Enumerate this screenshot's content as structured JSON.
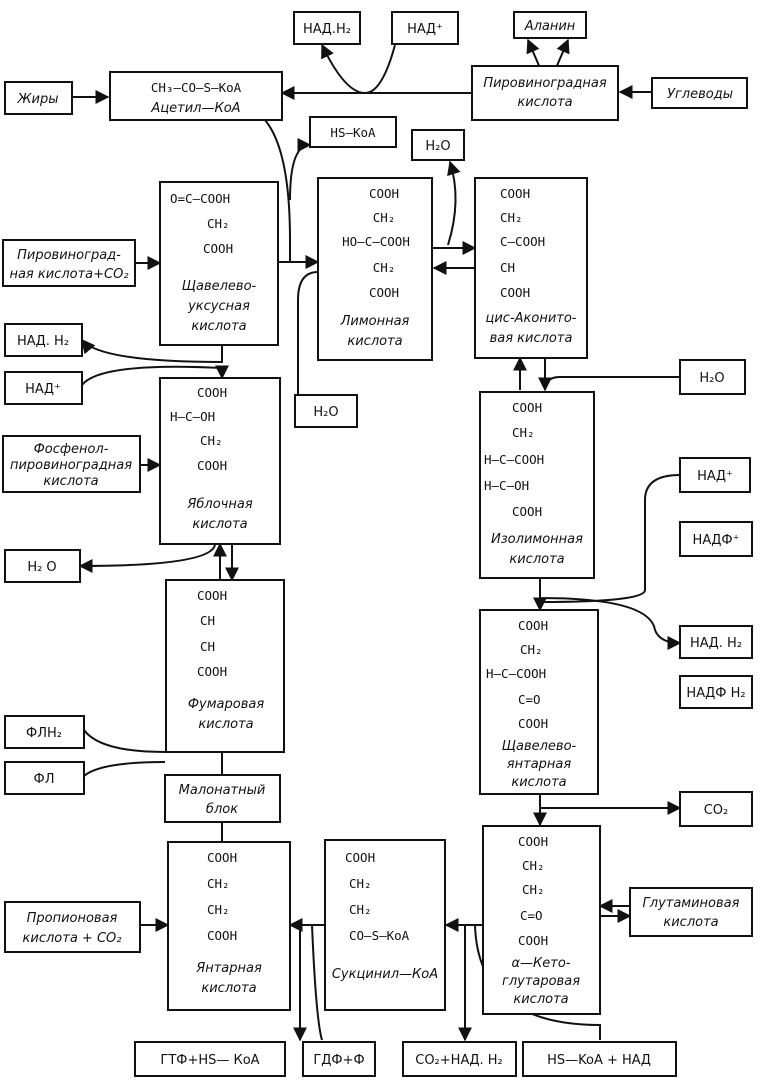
{
  "inputs": {
    "nad_h2_top": "НАД.Н₂",
    "nad_plus_top": "НАД⁺",
    "alanine": "Аланин",
    "fats": "Жиры",
    "acetyl_formula": "CH₃—CO—S—KoA",
    "acetyl_name": "Ацетил—КоА",
    "pyruvic_top": [
      "Пировиноградная",
      "кислота"
    ],
    "carbohydrates": "Углеводы",
    "hs_koa": "HS—KoA",
    "h2o_a": "H₂O",
    "pyruvic_co2": [
      "Пировиноград-",
      "ная кислота+CO₂"
    ],
    "nad_h2_left": "НАД. Н₂",
    "nad_plus_left": "НАД⁺",
    "h2o_b": "H₂O",
    "h2o_c": "H₂O",
    "phosphoenol": [
      "Фосфенол-",
      "пировиноградная",
      "кислота"
    ],
    "h2o_d": "H₂ O",
    "nad_plus_right": "НАД⁺",
    "nadp_plus": "НАДФ⁺",
    "nad_h2_right": "НАД. Н₂",
    "nadp_h2": "НАДФ Н₂",
    "flh2": "ФЛН₂",
    "fl": "ФЛ",
    "malonate_block": [
      "Малонатный",
      "блок"
    ],
    "co2": "CO₂",
    "glutamic": [
      "Глутаминовая",
      "кислота"
    ],
    "propionic": [
      "Пропионовая",
      "кислота + CO₂"
    ],
    "gtp": "ГТФ+HS— КоА",
    "gdp": "ГДФ+Ф",
    "co2_nad": "CO₂+НАД. Н₂",
    "hs_koa_nad": "HS—KoA + НАД"
  },
  "compounds": {
    "oxaloacetic": {
      "formula": [
        "O=C—COOH",
        "CH₂",
        "COOH"
      ],
      "name": [
        "Щавелево-",
        "уксусная",
        "кислота"
      ]
    },
    "citric": {
      "formula": [
        "COOH",
        "CH₂",
        "HO—C—COOH",
        "CH₂",
        "COOH"
      ],
      "name": [
        "Лимонная",
        "кислота"
      ]
    },
    "cis_aconitic": {
      "formula": [
        "COOH",
        "CH₂",
        "C—COOH",
        "CH",
        "COOH"
      ],
      "name": [
        "цис-Аконито-",
        "вая кислота"
      ]
    },
    "malic": {
      "formula": [
        "COOH",
        "H—C—OH",
        "CH₂",
        "COOH"
      ],
      "name": [
        "Яблочная",
        "кислота"
      ]
    },
    "isocitric": {
      "formula": [
        "COOH",
        "CH₂",
        "H—C—COOH",
        "H—C—OH",
        "COOH"
      ],
      "name": [
        "Изолимонная",
        "кислота"
      ]
    },
    "fumaric": {
      "formula": [
        "COOH",
        "CH",
        "CH",
        "COOH"
      ],
      "name": [
        "Фумаровая",
        "кислота"
      ]
    },
    "oxalosuccinic": {
      "formula": [
        "COOH",
        "CH₂",
        "H—C—COOH",
        "C=O",
        "COOH"
      ],
      "name": [
        "Щавелево-",
        "янтарная",
        "кислота"
      ]
    },
    "succinic": {
      "formula": [
        "COOH",
        "CH₂",
        "CH₂",
        "COOH"
      ],
      "name": [
        "Янтарная",
        "кислота"
      ]
    },
    "succinyl": {
      "formula": [
        "COOH",
        "CH₂",
        "CH₂",
        "CO—S—KoA"
      ],
      "name": [
        "Сукцинил—КоА"
      ]
    },
    "ketoglutaric": {
      "formula": [
        "COOH",
        "CH₂",
        "CH₂",
        "C=O",
        "COOH"
      ],
      "name": [
        "α—Кето-",
        "глутаровая",
        "кислота"
      ]
    }
  }
}
